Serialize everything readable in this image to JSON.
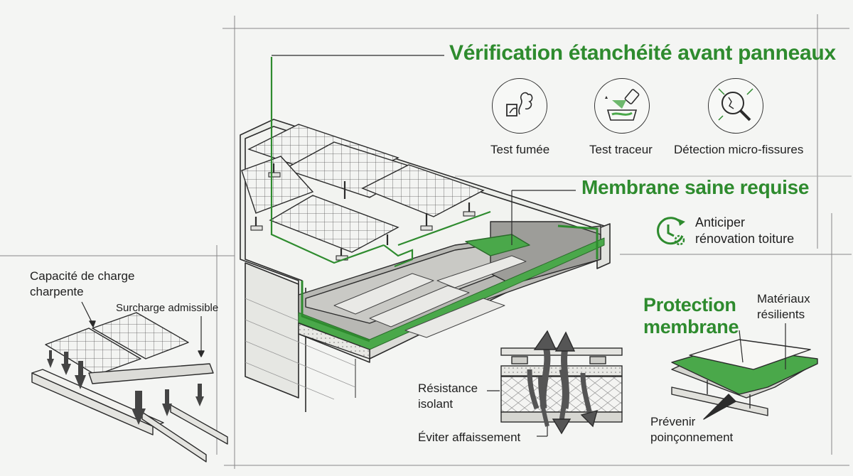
{
  "headings": {
    "verification": "Vérification étanchéité avant panneaux",
    "membrane": "Membrane saine requise",
    "protection_line1": "Protection",
    "protection_line2": "membrane"
  },
  "tests": [
    {
      "label": "Test fumée",
      "icon": "smoke-icon"
    },
    {
      "label": "Test traceur",
      "icon": "tracer-spray-icon"
    },
    {
      "label": "Détection micro-fissures",
      "icon": "magnifier-crack-icon"
    }
  ],
  "renovation": {
    "line1": "Anticiper",
    "line2": "rénovation toiture",
    "icon": "clock-gear-icon"
  },
  "load": {
    "capacity_line1": "Capacité de charge",
    "capacity_line2": "charpente",
    "overload": "Surcharge admissible"
  },
  "insulation": {
    "resistance_line1": "Résistance",
    "resistance_line2": "isolant",
    "sag": "Éviter affaissement"
  },
  "protection": {
    "materials_line1": "Matériaux",
    "materials_line2": "résilients",
    "prevent_line1": "Prévenir",
    "prevent_line2": "poinçonnement"
  },
  "colors": {
    "accent_green": "#2e8b2e",
    "membrane_green": "#4aa84a",
    "line_dark": "#2b2b2b",
    "background": "#f4f5f3"
  }
}
